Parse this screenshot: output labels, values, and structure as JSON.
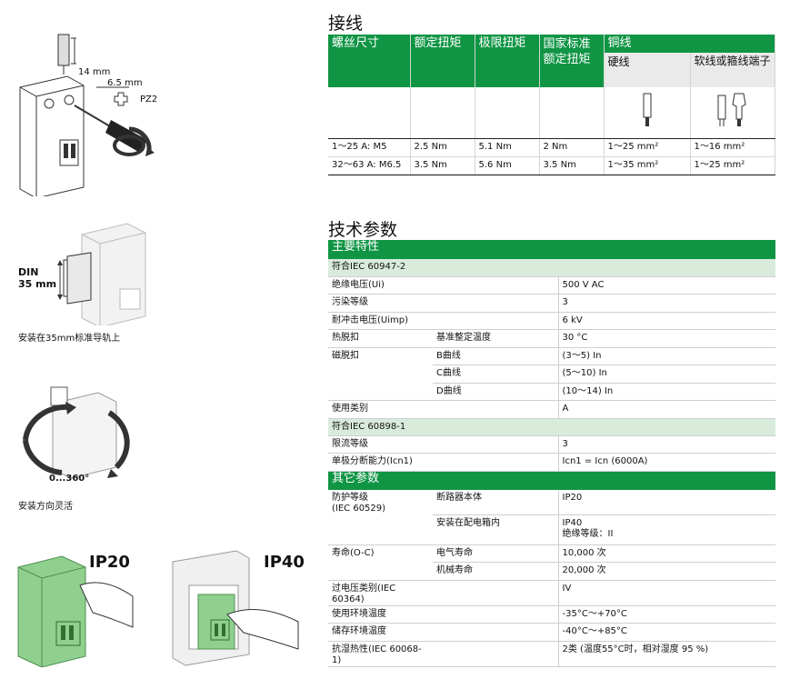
{
  "wiring": {
    "title": "接线",
    "headers": [
      "螺丝尺寸",
      "额定扭矩",
      "极限扭矩",
      "国家标准额定扭矩",
      "铜线"
    ],
    "copper_sub": [
      "硬线",
      "软线或箍线端子"
    ],
    "rows": [
      [
        "1～25 A: M5",
        "2.5 Nm",
        "5.1 Nm",
        "2 Nm",
        "1～25 mm²",
        "1～16 mm²"
      ],
      [
        "32～63 A: M6.5",
        "3.5 Nm",
        "5.6 Nm",
        "3.5 Nm",
        "1～35 mm²",
        "1～25 mm²"
      ]
    ]
  },
  "figure1": {
    "dim1": "14 mm",
    "dim2": "6.5 mm",
    "screw": "PZ2"
  },
  "figure2": {
    "din": "DIN",
    "din2": "35 mm",
    "caption": "安装在35mm标准导轨上"
  },
  "figure3": {
    "angle": "0...360°",
    "caption": "安装方向灵活"
  },
  "figure4": {
    "ip20": "IP20",
    "ip40": "IP40"
  },
  "tech": {
    "title": "技术参数",
    "main_header": "主要特性",
    "std1": "符合IEC 60947-2",
    "rows1": [
      [
        "绝缘电压(Ui)",
        "",
        "500 V AC"
      ],
      [
        "污染等级",
        "",
        "3"
      ],
      [
        "耐冲击电压(Uimp)",
        "",
        "6 kV"
      ],
      [
        "热脱扣",
        "基准整定温度",
        "30 °C"
      ],
      [
        "磁脱扣",
        "B曲线",
        "(3～5) In"
      ],
      [
        "",
        "C曲线",
        "(5～10) In"
      ],
      [
        "",
        "D曲线",
        "(10～14) In"
      ],
      [
        "使用类别",
        "",
        "A"
      ]
    ],
    "std2": "符合IEC 60898-1",
    "rows2": [
      [
        "限流等级",
        "",
        "3"
      ],
      [
        "单极分断能力(Icn1)",
        "",
        "Icn1 = Icn (6000A)"
      ]
    ],
    "other_header": "其它参数",
    "protect_label1": "防护等级",
    "protect_label2": "(IEC 60529)",
    "protect_body": "断路器本体",
    "protect_body_val": "IP20",
    "protect_box": "安装在配电箱内",
    "protect_box_val1": "IP40",
    "protect_box_val2": "绝缘等级：II",
    "life_label": "寿命(O-C)",
    "life_elec": "电气寿命",
    "life_elec_val": "10,000 次",
    "life_mech": "机械寿命",
    "life_mech_val": "20,000 次",
    "rows3": [
      [
        "过电压类别(IEC 60364)",
        "",
        "IV"
      ],
      [
        "使用环境温度",
        "",
        "-35°C～+70°C"
      ],
      [
        "储存环境温度",
        "",
        "-40°C～+85°C"
      ],
      [
        "抗湿热性(IEC 60068-1)",
        "",
        "2类 (温度55°C时，相对湿度 95 %)"
      ]
    ]
  },
  "colors": {
    "green": "#109545",
    "light_green": "#d9ecdc",
    "ip_green": "#8fd08f"
  }
}
